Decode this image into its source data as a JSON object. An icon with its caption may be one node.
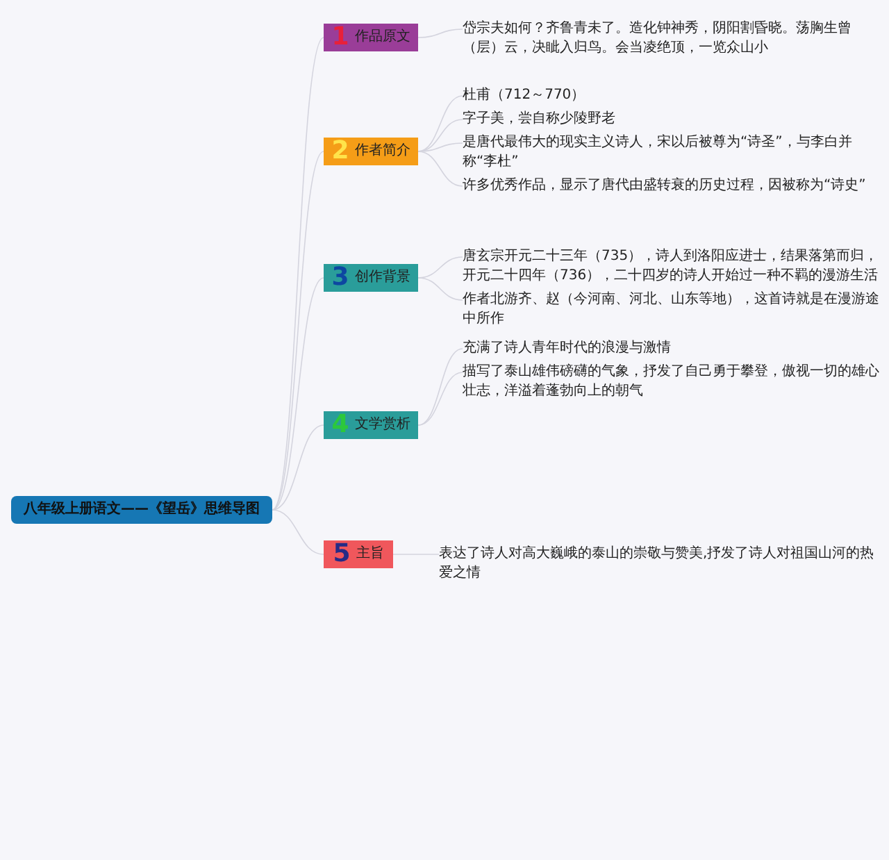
{
  "diagram": {
    "nodes": [
      {
        "text": [
          "八年级上册语文——《望岳》思维导图"
        ]
      },
      {
        "text": [
          "1",
          "作品原文"
        ]
      },
      {
        "text": [
          "岱宗夫如何？齐鲁青未了。造化钟神秀，阴阳割昏晓。荡胸生曾（层）云，决眦入归鸟。会当凌绝顶，一览众山小"
        ]
      },
      {
        "text": [
          "2",
          "作者简介"
        ]
      },
      {
        "text": [
          "杜甫（712～770）"
        ]
      },
      {
        "text": [
          "字子美，尝自称少陵野老"
        ]
      },
      {
        "text": [
          "是唐代最伟大的现实主义诗人，宋以后被尊为“诗圣”，与李白并称“李杜”"
        ]
      },
      {
        "text": [
          "许多优秀作品，显示了唐代由盛转衰的历史过程，因被称为“诗史”"
        ]
      },
      {
        "text": [
          "3",
          "创作背景"
        ]
      },
      {
        "text": [
          "唐玄宗开元二十三年（735），诗人到洛阳应进士，结果落第而归，开元二十四年（736），二十四岁的诗人开始过一种不羁的漫游生活"
        ]
      },
      {
        "text": [
          "作者北游齐、赵（今河南、河北、山东等地），这首诗就是在漫游途中所作"
        ]
      },
      {
        "text": [
          "4",
          "文学赏析"
        ]
      },
      {
        "text": [
          "充满了诗人青年时代的浪漫与激情"
        ]
      },
      {
        "text": [
          "描写了泰山雄伟磅礴的气象，抒发了自己勇于攀登，傲视一切的雄心壮志，洋溢着蓬勃向上的朝气"
        ]
      },
      {
        "text": [
          "5",
          "主旨"
        ]
      },
      {
        "text": [
          "表达了诗人对高大巍峨的泰山的崇敬与赞美,抒发了诗人对祖国山河的热爱之情"
        ]
      }
    ],
    "edges": [
      {
        "from": 0,
        "to": 1,
        "arrow": "none"
      },
      {
        "from": 1,
        "to": 2,
        "arrow": "none"
      },
      {
        "from": 0,
        "to": 3,
        "arrow": "none"
      },
      {
        "from": 3,
        "to": 4,
        "arrow": "none"
      },
      {
        "from": 3,
        "to": 5,
        "arrow": "none"
      },
      {
        "from": 3,
        "to": 6,
        "arrow": "none"
      },
      {
        "from": 3,
        "to": 7,
        "arrow": "none"
      },
      {
        "from": 0,
        "to": 8,
        "arrow": "none"
      },
      {
        "from": 8,
        "to": 9,
        "arrow": "none"
      },
      {
        "from": 8,
        "to": 10,
        "arrow": "none"
      },
      {
        "from": 0,
        "to": 11,
        "arrow": "none"
      },
      {
        "from": 11,
        "to": 12,
        "arrow": "none"
      },
      {
        "from": 11,
        "to": 13,
        "arrow": "none"
      },
      {
        "from": 0,
        "to": 14,
        "arrow": "none"
      },
      {
        "from": 14,
        "to": 15,
        "arrow": "none"
      }
    ]
  }
}
